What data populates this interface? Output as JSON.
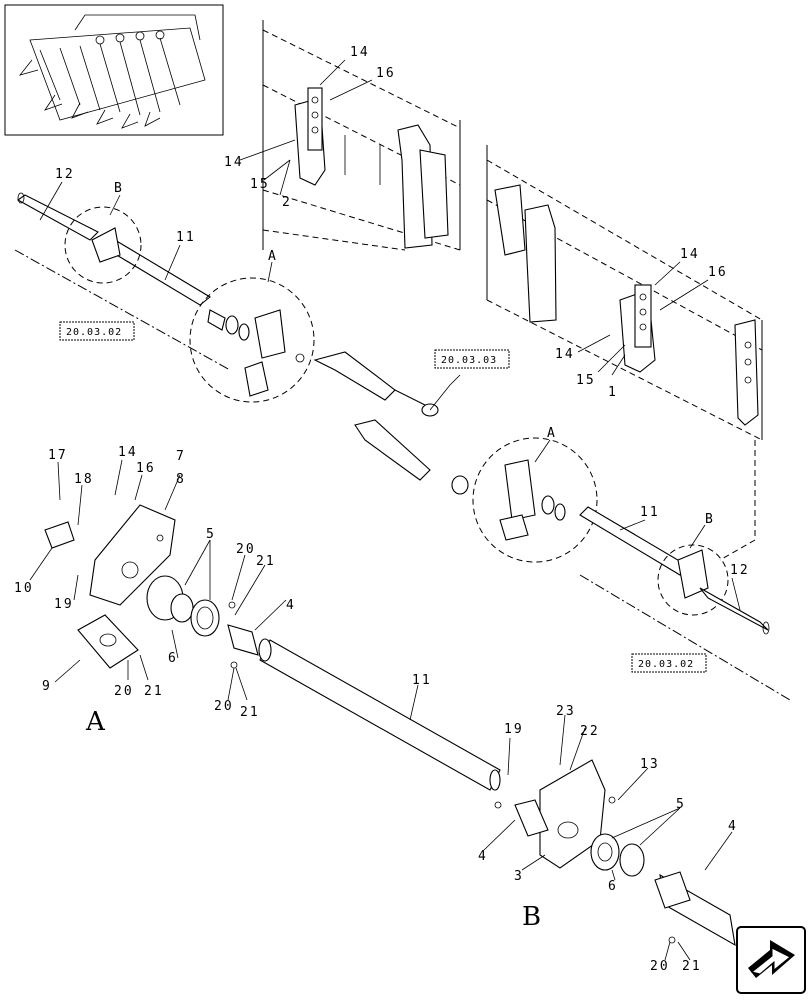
{
  "callouts": [
    {
      "id": "c-12a",
      "text": "12"
    },
    {
      "id": "c-Ba",
      "text": "B"
    },
    {
      "id": "c-11a",
      "text": "11"
    },
    {
      "id": "c-Aa",
      "text": "A"
    },
    {
      "id": "c-14a",
      "text": "14"
    },
    {
      "id": "c-16a",
      "text": "16"
    },
    {
      "id": "c-14b",
      "text": "14"
    },
    {
      "id": "c-15a",
      "text": "15"
    },
    {
      "id": "c-2",
      "text": "2"
    },
    {
      "id": "c-14c",
      "text": "14"
    },
    {
      "id": "c-16b",
      "text": "16"
    },
    {
      "id": "c-14d",
      "text": "14"
    },
    {
      "id": "c-15b",
      "text": "15"
    },
    {
      "id": "c-1",
      "text": "1"
    },
    {
      "id": "c-Ab",
      "text": "A"
    },
    {
      "id": "c-11b",
      "text": "11"
    },
    {
      "id": "c-Bb",
      "text": "B"
    },
    {
      "id": "c-12b",
      "text": "12"
    },
    {
      "id": "c-17",
      "text": "17"
    },
    {
      "id": "c-14e",
      "text": "14"
    },
    {
      "id": "c-16c",
      "text": "16"
    },
    {
      "id": "c-7",
      "text": "7"
    },
    {
      "id": "c-8",
      "text": "8"
    },
    {
      "id": "c-18",
      "text": "18"
    },
    {
      "id": "c-5a",
      "text": "5"
    },
    {
      "id": "c-20a",
      "text": "20"
    },
    {
      "id": "c-21a",
      "text": "21"
    },
    {
      "id": "c-10",
      "text": "10"
    },
    {
      "id": "c-19a",
      "text": "19"
    },
    {
      "id": "c-6a",
      "text": "6"
    },
    {
      "id": "c-4a",
      "text": "4"
    },
    {
      "id": "c-9",
      "text": "9"
    },
    {
      "id": "c-20b",
      "text": "20"
    },
    {
      "id": "c-21b",
      "text": "21"
    },
    {
      "id": "c-20c",
      "text": "20"
    },
    {
      "id": "c-21c",
      "text": "21"
    },
    {
      "id": "c-11c",
      "text": "11"
    },
    {
      "id": "c-19b",
      "text": "19"
    },
    {
      "id": "c-23",
      "text": "23"
    },
    {
      "id": "c-22",
      "text": "22"
    },
    {
      "id": "c-13",
      "text": "13"
    },
    {
      "id": "c-5b",
      "text": "5"
    },
    {
      "id": "c-4b",
      "text": "4"
    },
    {
      "id": "c-4c",
      "text": "4"
    },
    {
      "id": "c-3",
      "text": "3"
    },
    {
      "id": "c-6b",
      "text": "6"
    },
    {
      "id": "c-20d",
      "text": "20"
    },
    {
      "id": "c-21d",
      "text": "21"
    }
  ],
  "detail_labels": {
    "a": "A",
    "b": "B"
  },
  "references": [
    {
      "id": "r1",
      "text": "20.03.02"
    },
    {
      "id": "r2",
      "text": "20.03.03"
    },
    {
      "id": "r3",
      "text": "20.03.02"
    }
  ],
  "nav": {
    "icon": "next-page-arrow-icon"
  }
}
